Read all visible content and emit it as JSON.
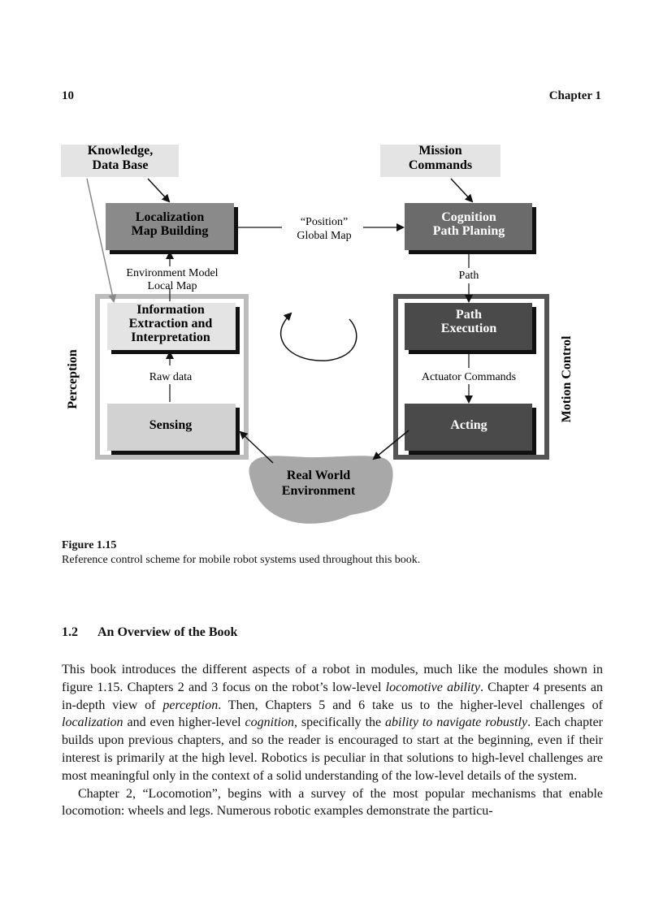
{
  "header": {
    "page_number": "10",
    "chapter": "Chapter 1"
  },
  "diagram": {
    "knowledge": [
      "Knowledge,",
      "Data Base"
    ],
    "mission": [
      "Mission",
      "Commands"
    ],
    "localization": [
      "Localization",
      "Map Building"
    ],
    "cognition": [
      "Cognition",
      "Path Planing"
    ],
    "position_label": [
      "“Position”",
      "Global Map"
    ],
    "env_model_label": [
      "Environment Model",
      "Local Map"
    ],
    "path_label": "Path",
    "information": [
      "Information",
      "Extraction and",
      "Interpretation"
    ],
    "path_execution": [
      "Path",
      "Execution"
    ],
    "raw_data_label": "Raw data",
    "actuator_label": "Actuator Commands",
    "sensing": "Sensing",
    "acting": "Acting",
    "perception": "Perception",
    "motion_control": "Motion Control",
    "real_world": [
      "Real World",
      "Environment"
    ]
  },
  "figure": {
    "title": "Figure 1.15",
    "caption": "Reference control scheme for mobile robot systems used throughout this book."
  },
  "section": {
    "number": "1.2",
    "title": "An Overview of the Book"
  },
  "paragraphs": {
    "p1": {
      "t1": "This book introduces the different aspects of a robot in modules, much like the modules shown in figure 1.15. Chapters 2 and 3 focus on the robot’s low-level ",
      "e1": "locomotive ability",
      "t2": ". Chapter 4 presents an in-depth view of ",
      "e2": "perception",
      "t3": ". Then, Chapters 5 and 6 take us to the higher-level challenges of ",
      "e3": "localization",
      "t4": " and even higher-level ",
      "e4": "cognition",
      "t5": ", specifically the ",
      "e5": "ability to navigate robustly",
      "t6": ". Each chapter builds upon previous chapters, and so the reader is encouraged to start at the beginning, even if their interest is primarily at the high level. Robotics is peculiar in that solutions to high-level challenges are most meaningful only in the context of a solid understanding of the low-level details of the system."
    },
    "p2": "Chapter 2, “Locomotion”, begins with a survey of the most popular mechanisms that enable locomotion: wheels and legs. Numerous robotic examples demonstrate the particu-"
  },
  "colors": {
    "light_box": "#e4e4e4",
    "mid_box": "#8a8a8a",
    "dark_box": "#6b6b6b",
    "darker_box": "#4a4a4a",
    "frame_light": "#bdbdbd",
    "frame_dark": "#555555",
    "cloud": "#a8a8a8"
  }
}
